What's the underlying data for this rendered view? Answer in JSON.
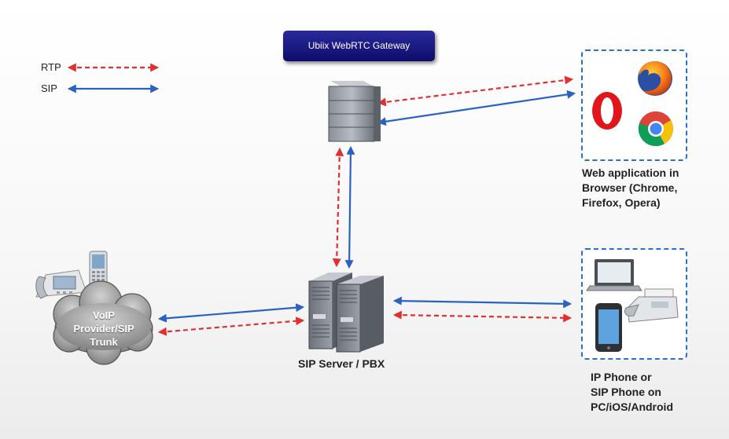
{
  "gateway": {
    "title": "Ubiix WebRTC Gateway"
  },
  "legend": [
    {
      "label": "RTP",
      "color": "#e03030",
      "style": "dashed"
    },
    {
      "label": "SIP",
      "color": "#2a62c4",
      "style": "solid"
    }
  ],
  "nodes": {
    "voip_cloud": {
      "label": "VoIP\nProvider/SIP\nTrunk"
    },
    "sip_server": {
      "caption": "SIP Server / PBX"
    },
    "web_app": {
      "caption": "Web application in\nBrowser (Chrome,\nFirefox, Opera)"
    },
    "ip_phone": {
      "caption": "IP Phone or\nSIP Phone on\nPC/iOS/Android"
    }
  },
  "colors": {
    "rtp": "#e03030",
    "sip": "#2a62c4",
    "gateway_bg": "#1a1a85",
    "group_border": "#2a6fd0"
  },
  "icons": [
    "gateway-server-icon",
    "pbx-server-icon",
    "desk-phone-icon",
    "mobile-phone-icon",
    "opera-icon",
    "firefox-icon",
    "chrome-icon",
    "laptop-icon",
    "fax-icon",
    "smartphone-icon",
    "cloud-icon"
  ]
}
